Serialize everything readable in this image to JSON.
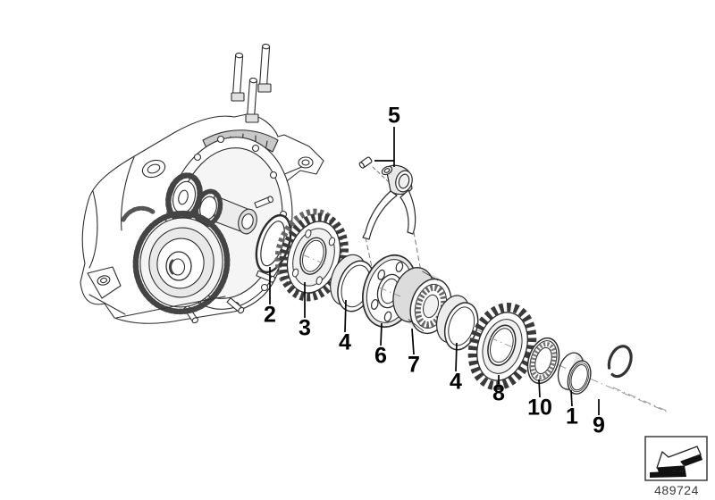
{
  "diagram": {
    "image_code": "489724"
  },
  "callouts": {
    "n1": "1",
    "n2": "2",
    "n3": "3",
    "n4a": "4",
    "n4b": "4",
    "n5": "5",
    "n6": "6",
    "n7": "7",
    "n8": "8",
    "n9": "9",
    "n10": "10"
  },
  "icons": {
    "direction_arrow": "↙"
  }
}
